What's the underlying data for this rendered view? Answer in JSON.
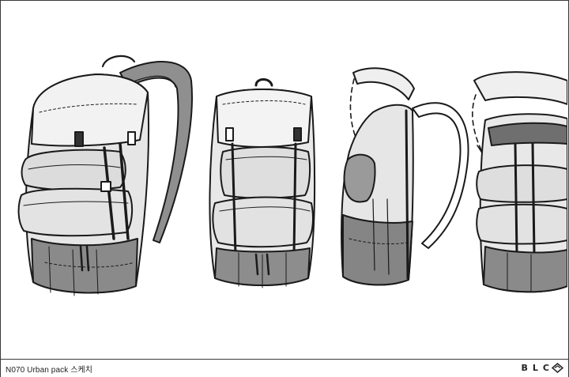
{
  "footer": {
    "caption": "N070 Urban pack 스케치",
    "brand_logo": "BLC"
  },
  "illustration": {
    "subject": "backpack-sketches",
    "views": [
      "front-three-quarter",
      "front",
      "side-open",
      "open-top"
    ]
  },
  "colors": {
    "line": "#1a1a1a",
    "shade_light": "#d9d9d9",
    "shade_mid": "#a8a8a8",
    "shade_dark": "#7a7a7a",
    "paper": "#ffffff"
  }
}
